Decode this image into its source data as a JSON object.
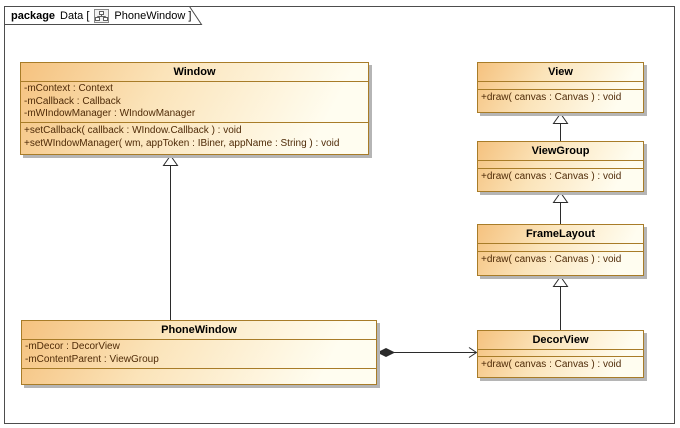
{
  "tab": {
    "keyword": "package",
    "context_label": "Data [",
    "diagram_label": "PhoneWindow ]",
    "icon": "class-diagram-icon"
  },
  "classes": {
    "window": {
      "title": "Window",
      "attributes": [
        "-mContext : Context",
        "-mCallback : Callback",
        "-mWIndowManager : WIndowManager"
      ],
      "methods": [
        "+setCallback( callback : WIndow.Callback ) : void",
        "+setWIndowManager( wm, appToken : IBiner, appName : String ) : void"
      ]
    },
    "phonewindow": {
      "title": "PhoneWindow",
      "attributes": [
        "-mDecor : DecorView",
        "-mContentParent : ViewGroup"
      ],
      "methods": []
    },
    "view": {
      "title": "View",
      "attributes": [],
      "methods": [
        "+draw( canvas : Canvas ) : void"
      ]
    },
    "viewgroup": {
      "title": "ViewGroup",
      "attributes": [],
      "methods": [
        "+draw( canvas : Canvas ) : void"
      ]
    },
    "framelayout": {
      "title": "FrameLayout",
      "attributes": [],
      "methods": [
        "+draw( canvas : Canvas ) : void"
      ]
    },
    "decorview": {
      "title": "DecorView",
      "attributes": [],
      "methods": [
        "+draw( canvas : Canvas ) : void"
      ]
    }
  },
  "relationships": [
    {
      "type": "generalization",
      "from": "PhoneWindow",
      "to": "Window"
    },
    {
      "type": "generalization",
      "from": "ViewGroup",
      "to": "View"
    },
    {
      "type": "generalization",
      "from": "FrameLayout",
      "to": "ViewGroup"
    },
    {
      "type": "generalization",
      "from": "DecorView",
      "to": "FrameLayout"
    },
    {
      "type": "composition",
      "from": "PhoneWindow",
      "to": "DecorView"
    }
  ],
  "colors": {
    "box_border": "#a87c28",
    "box_fill_start": "#f5c27f",
    "box_fill_mid": "#fbe4ba",
    "box_fill_end": "#fffdf0",
    "member_text": "#4f2b08",
    "title_text": "#000000",
    "edge": "#2b2b2b",
    "frame_border": "#4d4d4d",
    "shadow": "#b5b5b5"
  }
}
